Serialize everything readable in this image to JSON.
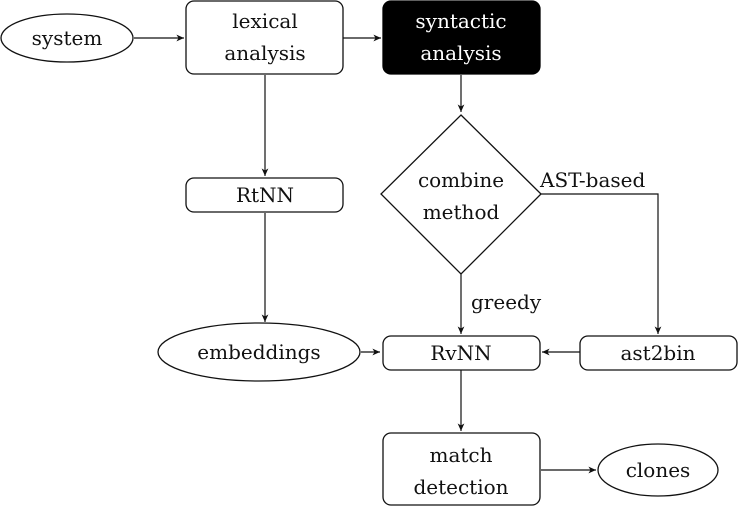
{
  "nodes": {
    "system": {
      "label": "system"
    },
    "lexical": {
      "lines": [
        "lexical",
        "analysis"
      ]
    },
    "syntactic": {
      "lines": [
        "syntactic",
        "analysis"
      ]
    },
    "combine": {
      "lines": [
        "combine",
        "method"
      ]
    },
    "rtnn": {
      "label": "RtNN"
    },
    "embeddings": {
      "label": "embeddings"
    },
    "rvnn": {
      "label": "RvNN"
    },
    "ast2bin": {
      "label": "ast2bin"
    },
    "match": {
      "lines": [
        "match",
        "detection"
      ]
    },
    "clones": {
      "label": "clones"
    }
  },
  "edge_labels": {
    "ast_based": "AST-based",
    "greedy": "greedy"
  },
  "colors": {
    "highlight_fill": "#000000",
    "highlight_text": "#ffffff",
    "stroke": "#111111"
  }
}
